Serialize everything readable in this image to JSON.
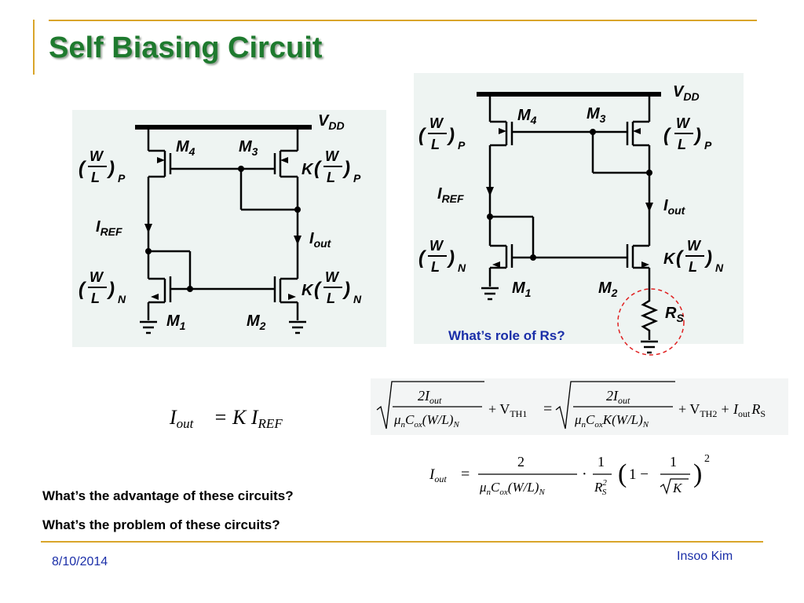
{
  "slide": {
    "title": "Self Biasing Circuit",
    "question_1": "What’s the advantage of these circuits?",
    "question_2": "What’s the problem of these circuits?",
    "rs_note": "What’s role of Rs?",
    "date": "8/10/2014",
    "author": "Insoo Kim"
  },
  "colors": {
    "title": "#1e7a2e",
    "accent_line": "#d9a52a",
    "footer_text": "#1a2ea8",
    "highlight_circle": "#e02020"
  },
  "left_circuit": {
    "supply": "V",
    "supply_sub": "DD",
    "m4": "M",
    "m4_sub": "4",
    "m3": "M",
    "m3_sub": "3",
    "m1": "M",
    "m1_sub": "1",
    "m2": "M",
    "m2_sub": "2",
    "iref": "I",
    "iref_sub": "REF",
    "iout": "I",
    "iout_sub": "out",
    "k": "K",
    "w": "W",
    "l": "L",
    "p": "P",
    "n": "N"
  },
  "right_circuit": {
    "supply": "V",
    "supply_sub": "DD",
    "m4": "M",
    "m4_sub": "4",
    "m3": "M",
    "m3_sub": "3",
    "m1": "M",
    "m1_sub": "1",
    "m2": "M",
    "m2_sub": "2",
    "iref": "I",
    "iref_sub": "REF",
    "iout": "I",
    "iout_sub": "out",
    "rs": "R",
    "rs_sub": "S",
    "k": "K",
    "w": "W",
    "l": "L",
    "p": "P",
    "n": "N"
  },
  "equations": {
    "eq1_lhs": "I",
    "eq1_lhs_sub": "out",
    "eq1_rhs": "= K I",
    "eq1_rhs_sub": "REF",
    "eq2_num": "2I",
    "eq2_num_sub": "out",
    "eq2_den_left": "μ",
    "eq2_den_left_mid": "C",
    "eq2_den_left_tail": "(W/L)",
    "eq2_vth1": "+ V",
    "eq2_vth1_sub": "TH1",
    "eq2_eq": "=",
    "eq2_den_right_tail": "K(W/L)",
    "eq2_vth2": "+ V",
    "eq2_vth2_sub": "TH2",
    "eq2_plus_i": "+ I",
    "eq2_rs": "R",
    "sub_n": "n",
    "sub_ox": "ox",
    "sub_N": "N",
    "sub_out": "out",
    "sub_S": "S",
    "eq3_lhs": "I",
    "eq3_eq": "=",
    "eq3_num": "2",
    "eq3_dot": "·",
    "eq3_one": "1",
    "eq3_paren_open": "(",
    "eq3_paren_close": ")",
    "eq3_one_minus": "1 −",
    "eq3_sq_one": "1",
    "eq3_k": "K",
    "eq3_exp": "2",
    "eq3_rs": "R",
    "eq3_rs_exp": "2"
  }
}
